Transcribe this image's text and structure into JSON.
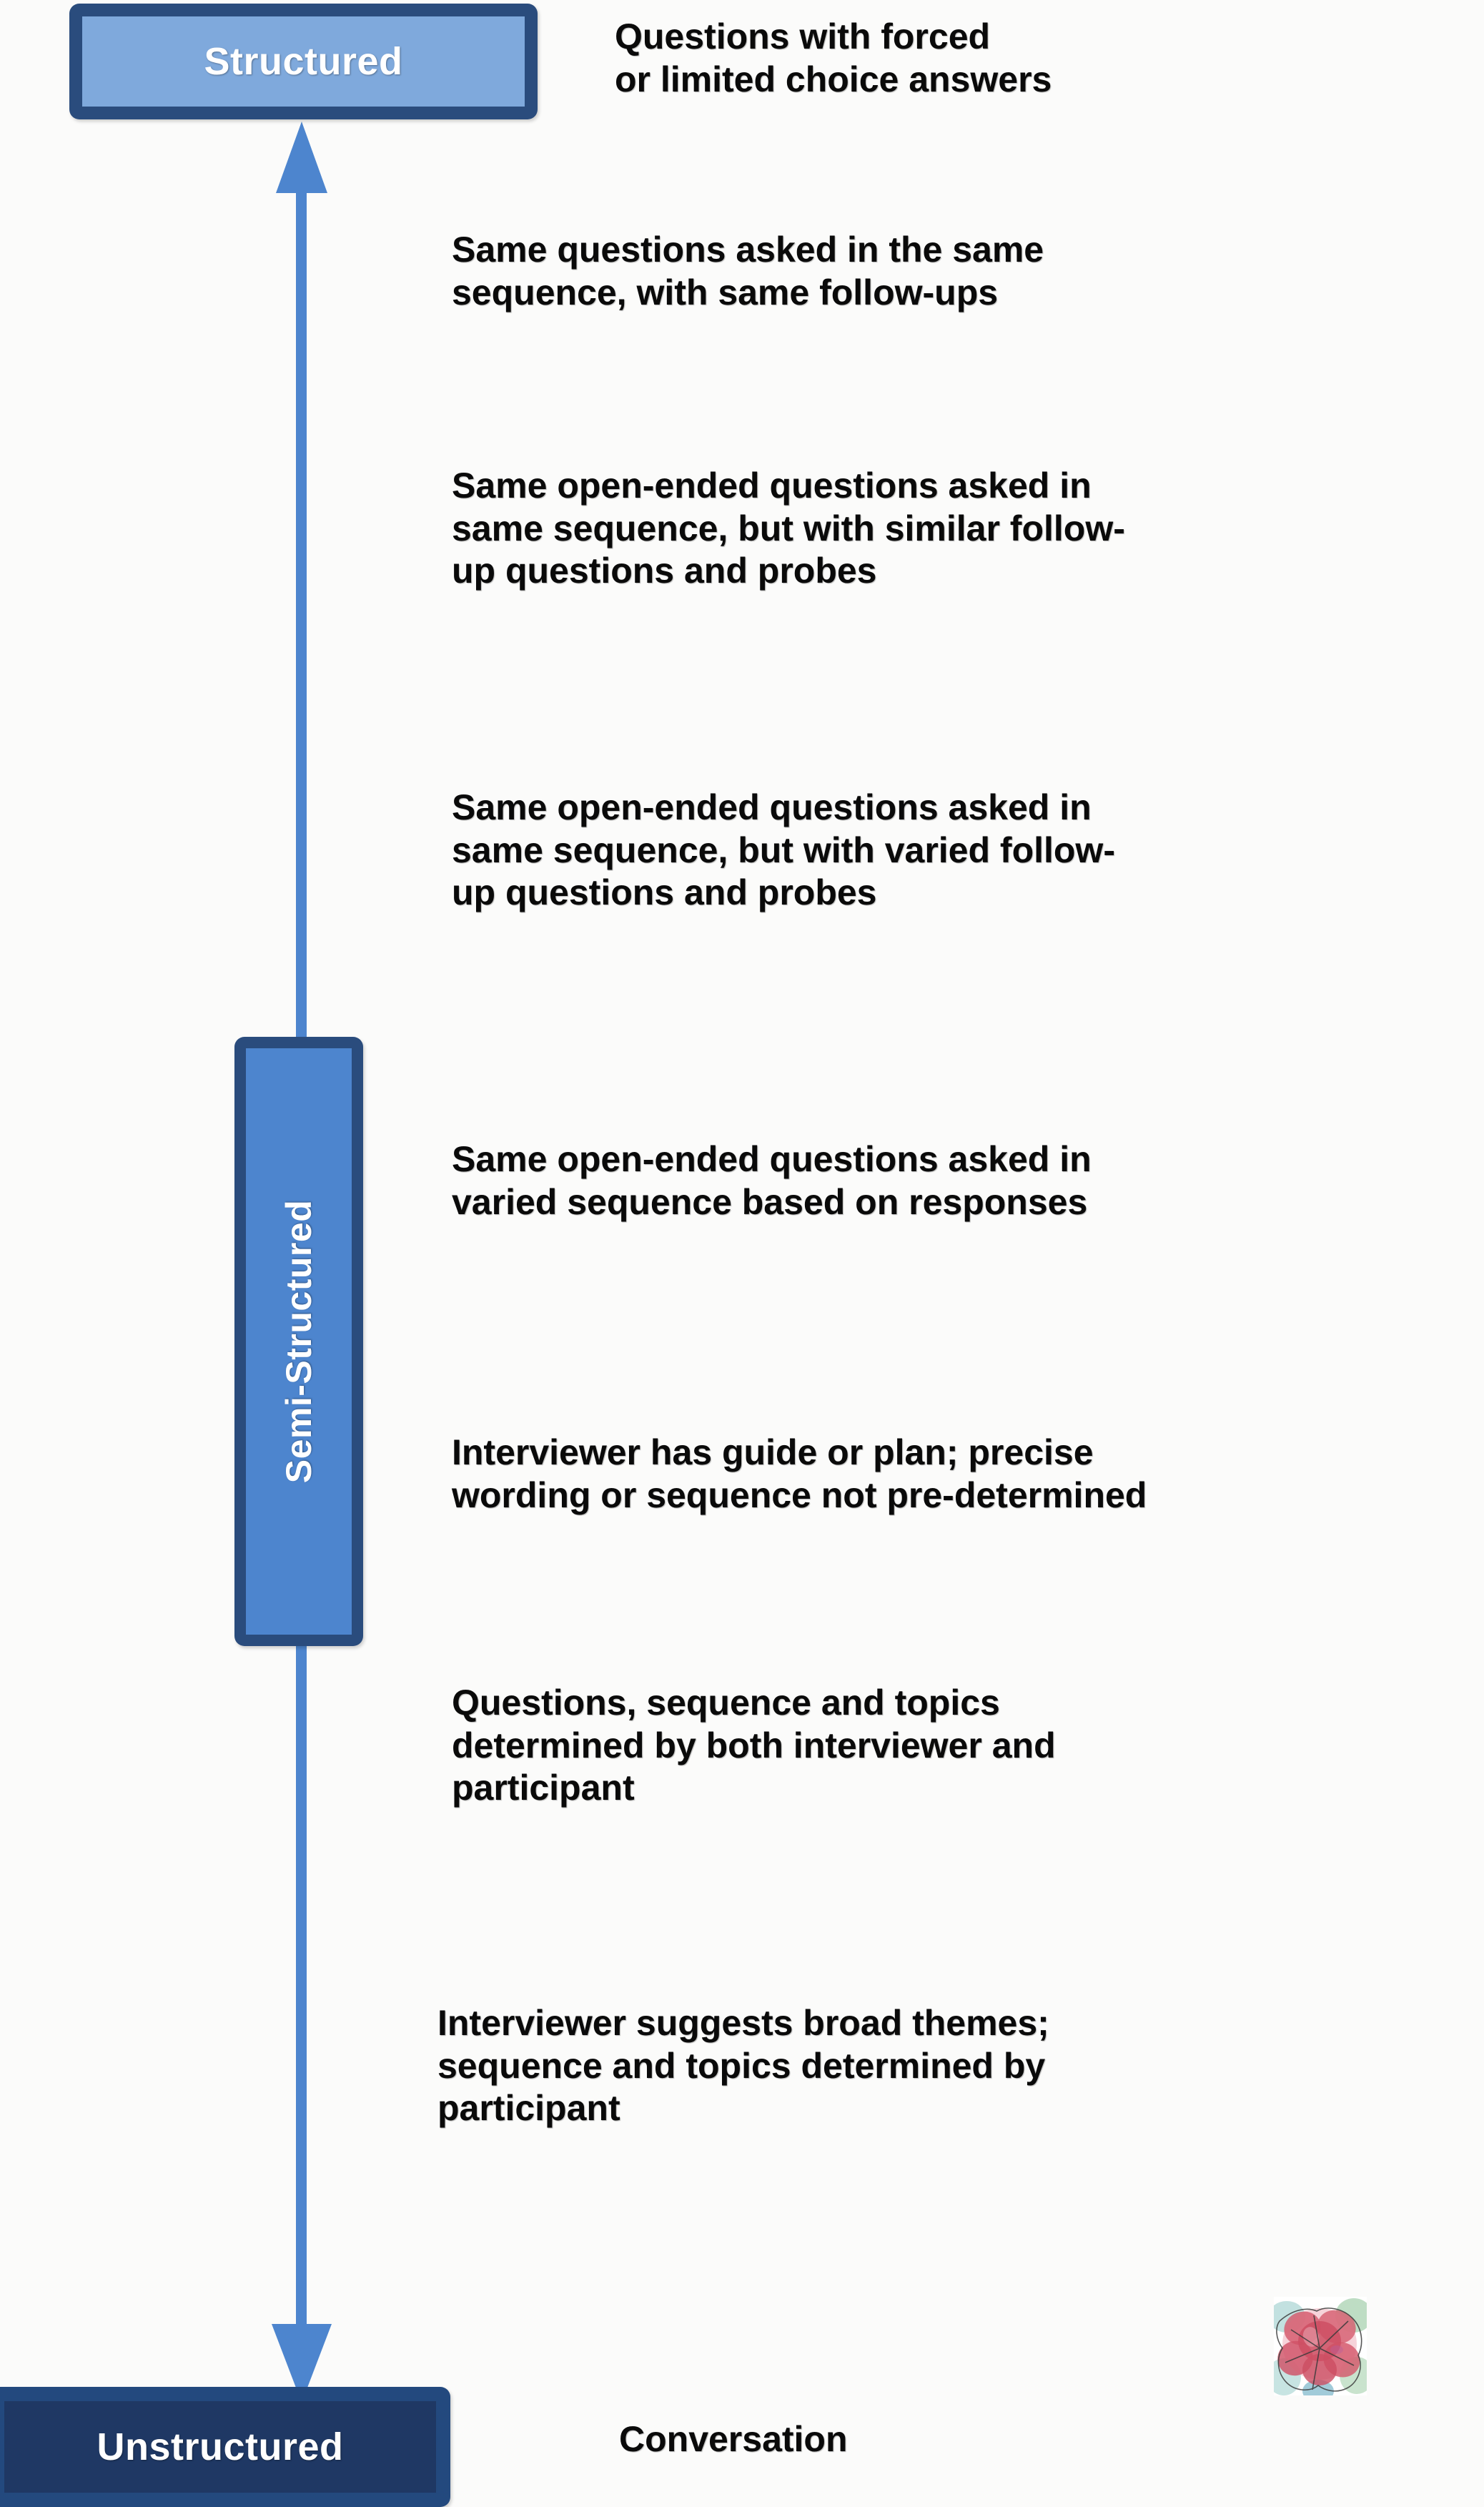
{
  "diagram": {
    "type": "continuum",
    "title_implied": "Interview structure continuum",
    "axis": {
      "orientation": "vertical",
      "top_anchor": "Structured",
      "bottom_anchor": "Unstructured",
      "middle_anchor": "Semi-Structured",
      "color": "#4D85CE"
    },
    "nodes": [
      {
        "id": "structured",
        "label": "Structured",
        "position": "top",
        "fill": "#7FA9DC",
        "border": "#2A4C7D",
        "text_color": "#FFFFFF",
        "orientation": "horizontal"
      },
      {
        "id": "semi-structured",
        "label": "Semi-Structured",
        "position": "middle",
        "fill": "#4D85CE",
        "border": "#2A4C7D",
        "text_color": "#FFFFFF",
        "orientation": "vertical"
      },
      {
        "id": "unstructured",
        "label": "Unstructured",
        "position": "bottom",
        "fill": "#1F3864",
        "border": "#23497E",
        "text_color": "#FFFFFF",
        "orientation": "horizontal"
      }
    ],
    "descriptors": [
      {
        "id": "d0",
        "text": "Questions with forced\nor limited choice answers"
      },
      {
        "id": "d1",
        "text": "Same questions asked in the same\nsequence, with same follow-ups"
      },
      {
        "id": "d2",
        "text": "Same open-ended questions asked in\nsame sequence, but with similar follow-\nup questions and probes"
      },
      {
        "id": "d3",
        "text": "Same open-ended questions asked in\nsame sequence, but with varied follow-\nup questions and probes"
      },
      {
        "id": "d4",
        "text": "Same open-ended questions asked in\nvaried sequence based on responses"
      },
      {
        "id": "d5",
        "text": "Interviewer has guide or plan; precise\nwording or sequence not pre-determined"
      },
      {
        "id": "d6",
        "text": "Questions, sequence and topics\ndetermined by both interviewer and\nparticipant"
      },
      {
        "id": "d7",
        "text": "Interviewer suggests broad themes;\nsequence and topics determined by\nparticipant"
      }
    ],
    "bottom_descriptor": "Conversation",
    "decoration": {
      "name": "watercolor-flower",
      "colors": [
        "#D4596B",
        "#E2899A",
        "#7FBBB8",
        "#8FC49A"
      ]
    }
  }
}
